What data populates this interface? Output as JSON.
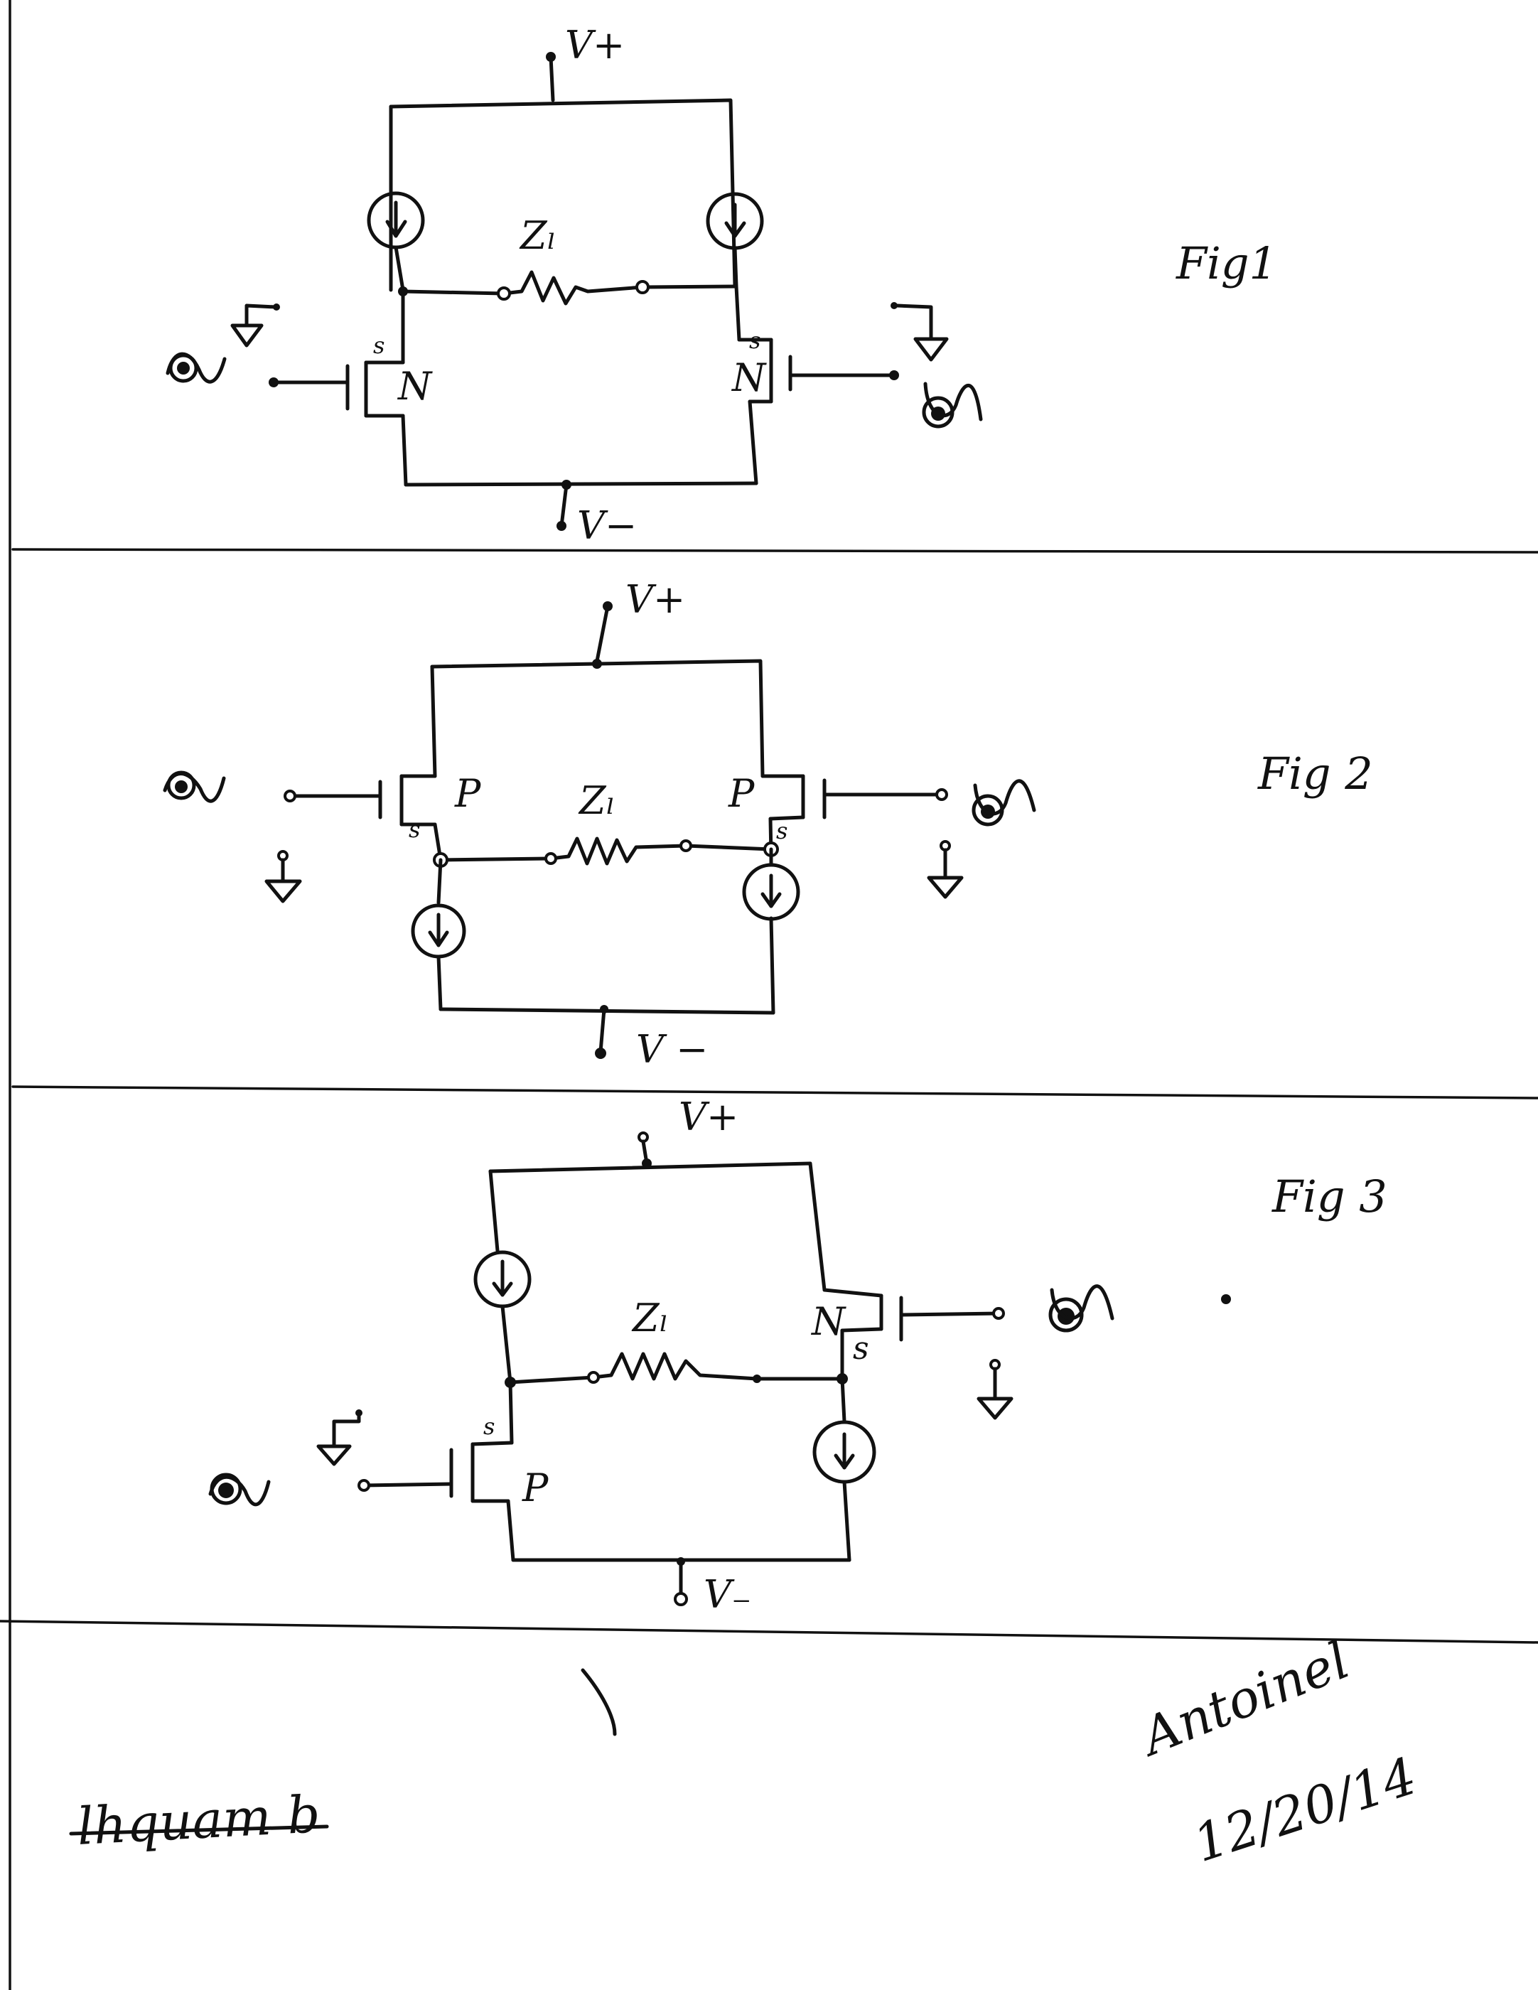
{
  "rails": {
    "positive": "V+",
    "negative": "V−"
  },
  "transistor_labels": {
    "nmos": "N",
    "pmos": "P",
    "source": "s"
  },
  "load_label": "Zₗ",
  "figures": [
    {
      "label": "Fig1",
      "negative_rail": "V−"
    },
    {
      "label": "Fig 2",
      "negative_rail": "V −"
    },
    {
      "label": "Fig 3",
      "negative_rail": "V₋"
    }
  ],
  "footer": {
    "left_signature": "lhquam b",
    "right_signature": "Antoinel",
    "date": "12/20/14"
  },
  "colors": {
    "ink": "#111111",
    "paper": "#ffffff"
  }
}
